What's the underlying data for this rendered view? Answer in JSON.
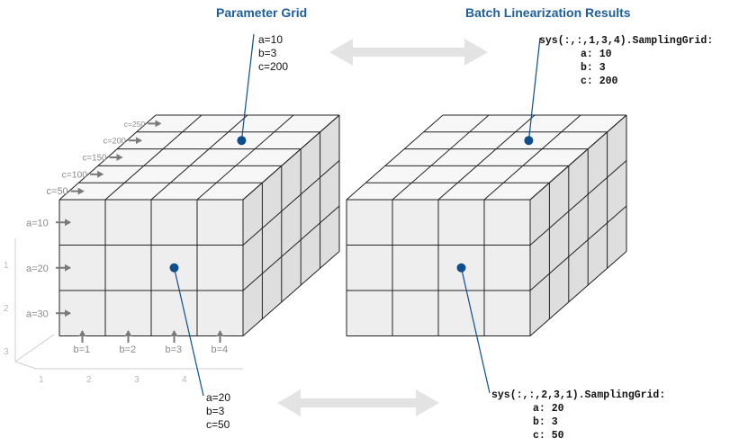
{
  "titles": {
    "left": "Parameter Grid",
    "right": "Batch Linearization Results"
  },
  "left_grid": {
    "a_labels": [
      "a=10",
      "a=20",
      "a=30"
    ],
    "b_labels": [
      "b=1",
      "b=2",
      "b=3",
      "b=4"
    ],
    "c_labels": [
      "c=50",
      "c=100",
      "c=150",
      "c=200",
      "c=250"
    ],
    "index_rows": [
      "1",
      "2",
      "3"
    ],
    "index_cols": [
      "1",
      "2",
      "3",
      "4"
    ]
  },
  "callouts": {
    "top_left": [
      "a=10",
      "b=3",
      "c=200"
    ],
    "bottom_left": [
      "a=20",
      "b=3",
      "c=50"
    ],
    "top_right": {
      "head": "sys(:,:,1,3,4).SamplingGrid:",
      "lines": [
        "a: 10",
        "b: 3",
        "c: 200"
      ]
    },
    "bottom_right": {
      "head": "sys(:,:,2,3,1).SamplingGrid:",
      "lines": [
        "a: 20",
        "b: 3",
        "c: 50"
      ]
    }
  },
  "colors": {
    "title": "#1f5f99",
    "marker": "#0d4e8c",
    "arrow": "#e3e3e3",
    "front_face": "#eeeeee",
    "top_face": "#f7f7f7",
    "side_face": "#dedede",
    "edge": "#222222",
    "label": "#8a8a8a"
  }
}
